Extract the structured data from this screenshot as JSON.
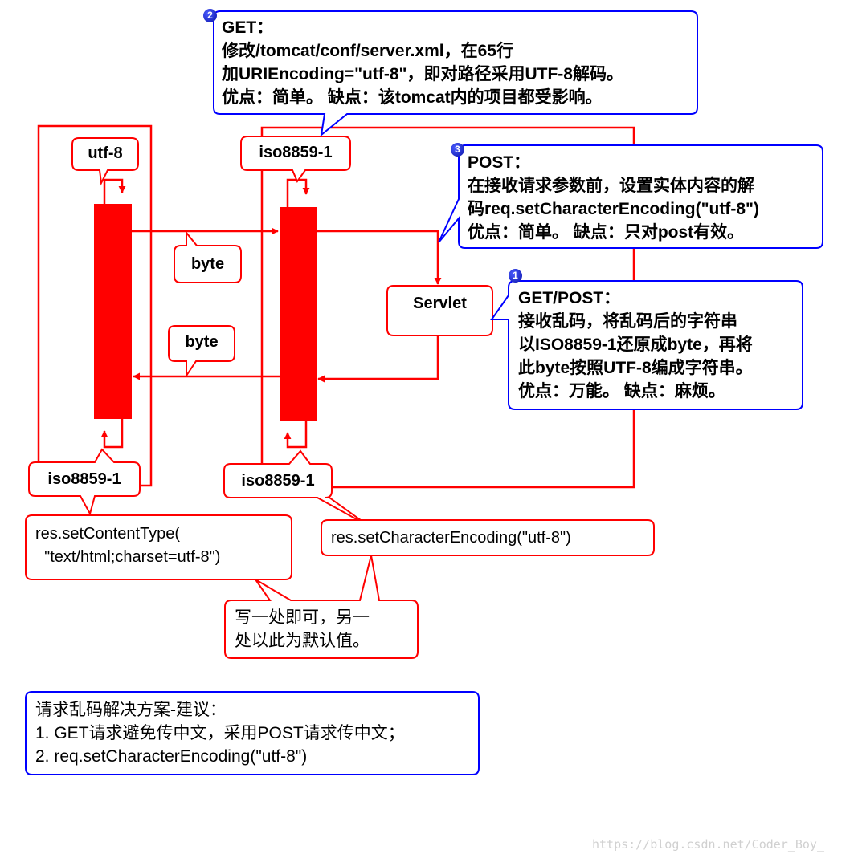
{
  "colors": {
    "red": "#ff0000",
    "blue": "#0000ff"
  },
  "labels": {
    "utf8": "utf-8",
    "iso_top": "iso8859-1",
    "byte_upper": "byte",
    "byte_lower": "byte",
    "servlet": "Servlet",
    "iso_left": "iso8859-1",
    "iso_mid": "iso8859-1"
  },
  "callouts": {
    "get": {
      "badge": "2",
      "title": "GET：",
      "lines": [
        "修改/tomcat/conf/server.xml，在65行",
        "加URIEncoding=\"utf-8\"，即对路径采用UTF-8解码。",
        "优点：简单。 缺点：该tomcat内的项目都受影响。"
      ]
    },
    "post": {
      "badge": "3",
      "title": "POST：",
      "lines": [
        "在接收请求参数前，设置实体内容的解",
        "码req.setCharacterEncoding(\"utf-8\")",
        "优点：简单。 缺点：只对post有效。"
      ]
    },
    "getpost": {
      "badge": "1",
      "title": "GET/POST：",
      "lines": [
        "接收乱码，将乱码后的字符串",
        "以ISO8859-1还原成byte，再将",
        "此byte按照UTF-8编成字符串。",
        "优点：万能。 缺点：麻烦。"
      ]
    }
  },
  "response": {
    "content_type": [
      "res.setContentType(",
      "  \"text/html;charset=utf-8\")"
    ],
    "char_encoding": "res.setCharacterEncoding(\"utf-8\")",
    "note": [
      "写一处即可，另一",
      "处以此为默认值。"
    ]
  },
  "suggestion": {
    "title": "请求乱码解决方案-建议：",
    "items": [
      "1. GET请求避免传中文，采用POST请求传中文；",
      "2. req.setCharacterEncoding(\"utf-8\")"
    ]
  },
  "watermark": "https://blog.csdn.net/Coder_Boy_"
}
